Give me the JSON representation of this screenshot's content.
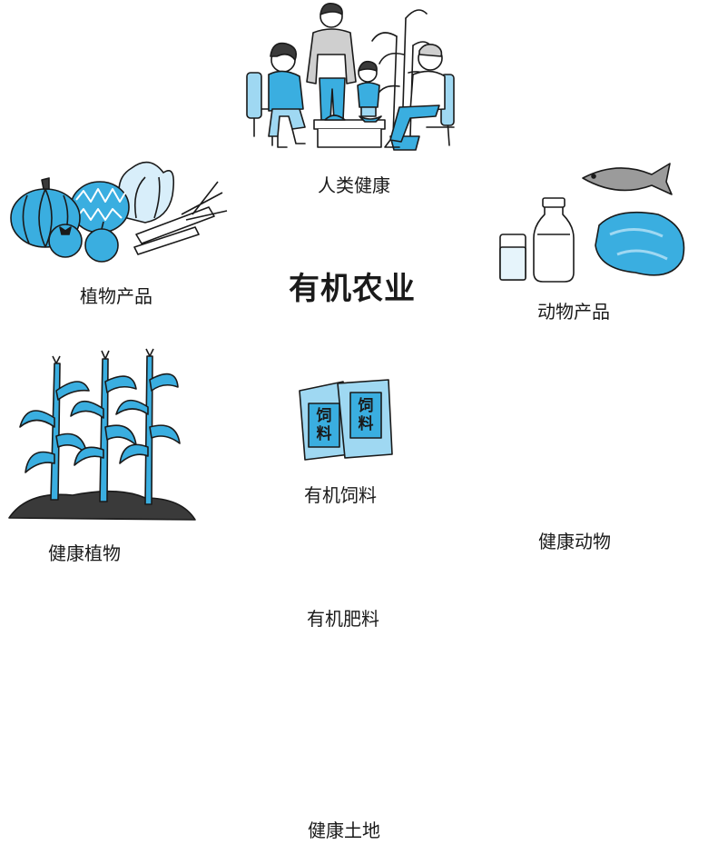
{
  "title": "有机农业",
  "nodes": {
    "human_health": "人类健康",
    "plant_products": "植物产品",
    "animal_products": "动物产品",
    "healthy_plants": "健康植物",
    "organic_feed": "有机饲料",
    "healthy_animals": "健康动物",
    "organic_fertilizer": "有机肥料",
    "healthy_soil": "健康土地"
  },
  "feed_bag_text": "饲料",
  "colors": {
    "accent_blue": "#3aaee0",
    "light_blue": "#9fd8f2",
    "pale_blue": "#d8eefa",
    "ink": "#1a1a1a",
    "soil": "#3a3a3a"
  },
  "icons": [
    "family-icon",
    "vegetables-icon",
    "milk-icon",
    "meat-icon",
    "fish-icon",
    "corn-icon",
    "feed-bag-icon",
    "cow-icon",
    "pig-icon",
    "sheep-icon",
    "compost-icon",
    "farm-field-icon",
    "house-icon",
    "tree-icon",
    "cycle-arrow-icon"
  ]
}
